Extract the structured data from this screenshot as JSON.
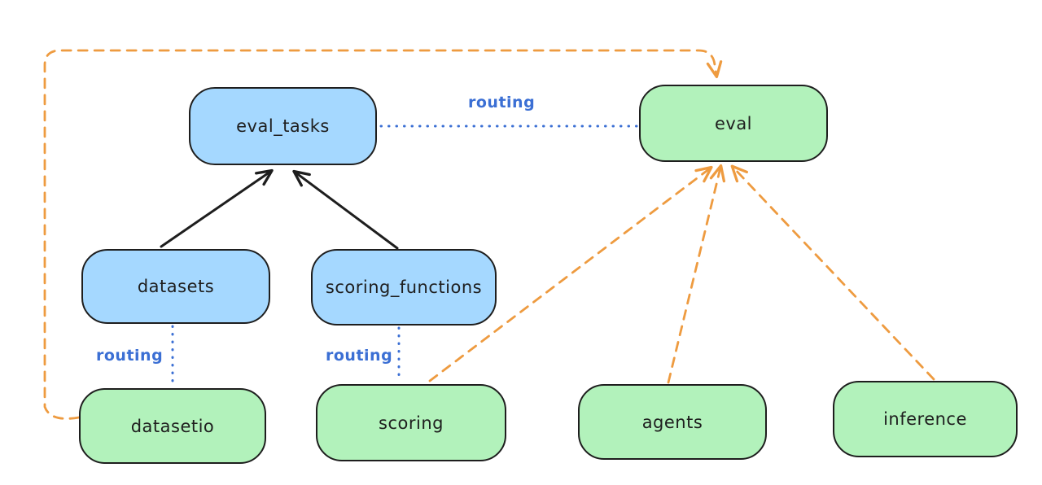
{
  "diagram": {
    "title": "provider routing diagram",
    "colors": {
      "background": "#ffffff",
      "node_border": "#1e1e1e",
      "blue_node_fill": "#a5d8ff",
      "green_node_fill": "#b2f2bb",
      "routing_blue": "#3b6fd4",
      "orange_dashed": "#ee9b40",
      "black_arrow": "#1e1e1e",
      "node_text": "#1e1e1e"
    },
    "nodes": [
      {
        "id": "eval_tasks",
        "label": "eval_tasks",
        "fill": "blue"
      },
      {
        "id": "eval",
        "label": "eval",
        "fill": "green"
      },
      {
        "id": "datasets",
        "label": "datasets",
        "fill": "blue"
      },
      {
        "id": "scoring_functions",
        "label": "scoring_functions",
        "fill": "blue"
      },
      {
        "id": "datasetio",
        "label": "datasetio",
        "fill": "green"
      },
      {
        "id": "scoring",
        "label": "scoring",
        "fill": "green"
      },
      {
        "id": "agents",
        "label": "agents",
        "fill": "green"
      },
      {
        "id": "inference",
        "label": "inference",
        "fill": "green"
      }
    ],
    "edge_labels": [
      {
        "id": "routing-eval-tasks-eval",
        "text": "routing"
      },
      {
        "id": "routing-datasets-datasetio",
        "text": "routing"
      },
      {
        "id": "routing-scoring-fns-scoring",
        "text": "routing"
      }
    ],
    "edges": [
      {
        "from": "eval_tasks",
        "to": "eval",
        "style": "dotted-blue",
        "label": "routing"
      },
      {
        "from": "datasets",
        "to": "datasetio",
        "style": "dotted-blue",
        "label": "routing"
      },
      {
        "from": "scoring_functions",
        "to": "scoring",
        "style": "dotted-blue",
        "label": "routing"
      },
      {
        "from": "datasets",
        "to": "eval_tasks",
        "style": "solid-black-arrow"
      },
      {
        "from": "scoring_functions",
        "to": "eval_tasks",
        "style": "solid-black-arrow"
      },
      {
        "from": "datasetio",
        "to": "eval",
        "style": "dashed-orange-arrow",
        "route": "around-left-and-top"
      },
      {
        "from": "scoring",
        "to": "eval",
        "style": "dashed-orange-arrow"
      },
      {
        "from": "agents",
        "to": "eval",
        "style": "dashed-orange-arrow"
      },
      {
        "from": "inference",
        "to": "eval",
        "style": "dashed-orange-arrow"
      }
    ]
  }
}
